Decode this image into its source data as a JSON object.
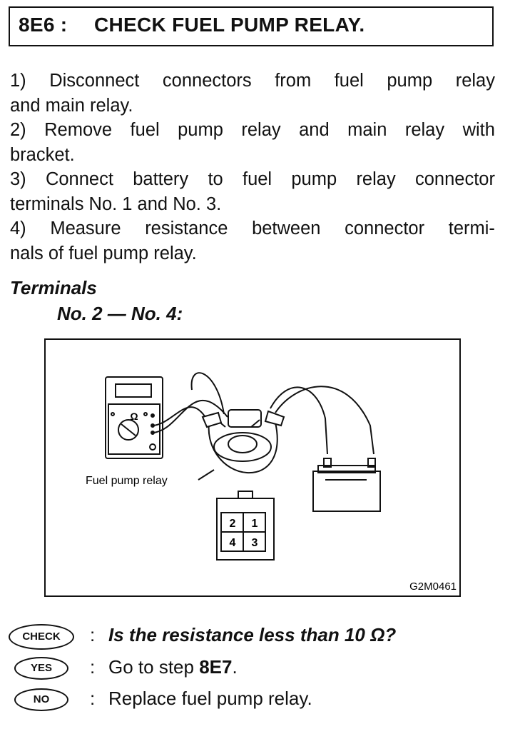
{
  "header": {
    "step_id": "8E6 :",
    "title": "CHECK FUEL PUMP RELAY."
  },
  "steps": [
    {
      "line1": [
        "1)",
        "Disconnect",
        "connectors",
        "from",
        "fuel",
        "pump",
        "relay"
      ],
      "line2": "and main relay."
    },
    {
      "line1": [
        "2)",
        "Remove",
        "fuel",
        "pump",
        "relay",
        "and",
        "main",
        "relay",
        "with"
      ],
      "line2": "bracket."
    },
    {
      "line1": [
        "3)",
        "Connect",
        "battery",
        "to",
        "fuel",
        "pump",
        "relay",
        "connector"
      ],
      "line2": "terminals No. 1 and No. 3."
    },
    {
      "line1": [
        "4)",
        "Measure",
        "resistance",
        "between",
        "connector",
        "termi-"
      ],
      "line2": "nals of fuel pump relay."
    }
  ],
  "terminals": {
    "heading": "Terminals",
    "pair": "No. 2 — No. 4:"
  },
  "figure": {
    "meter_symbol": "Ω",
    "relay_label": "Fuel pump relay",
    "connector_pins": [
      "2",
      "1",
      "4",
      "3"
    ],
    "code": "G2M0461"
  },
  "answers": {
    "check_badge": "CHECK",
    "check_text": "Is the resistance less than 10 Ω?",
    "yes_badge": "YES",
    "yes_prefix": "Go to step ",
    "yes_step": "8E7",
    "yes_suffix": ".",
    "no_badge": "NO",
    "no_text": "Replace fuel pump relay.",
    "separator": ":"
  }
}
